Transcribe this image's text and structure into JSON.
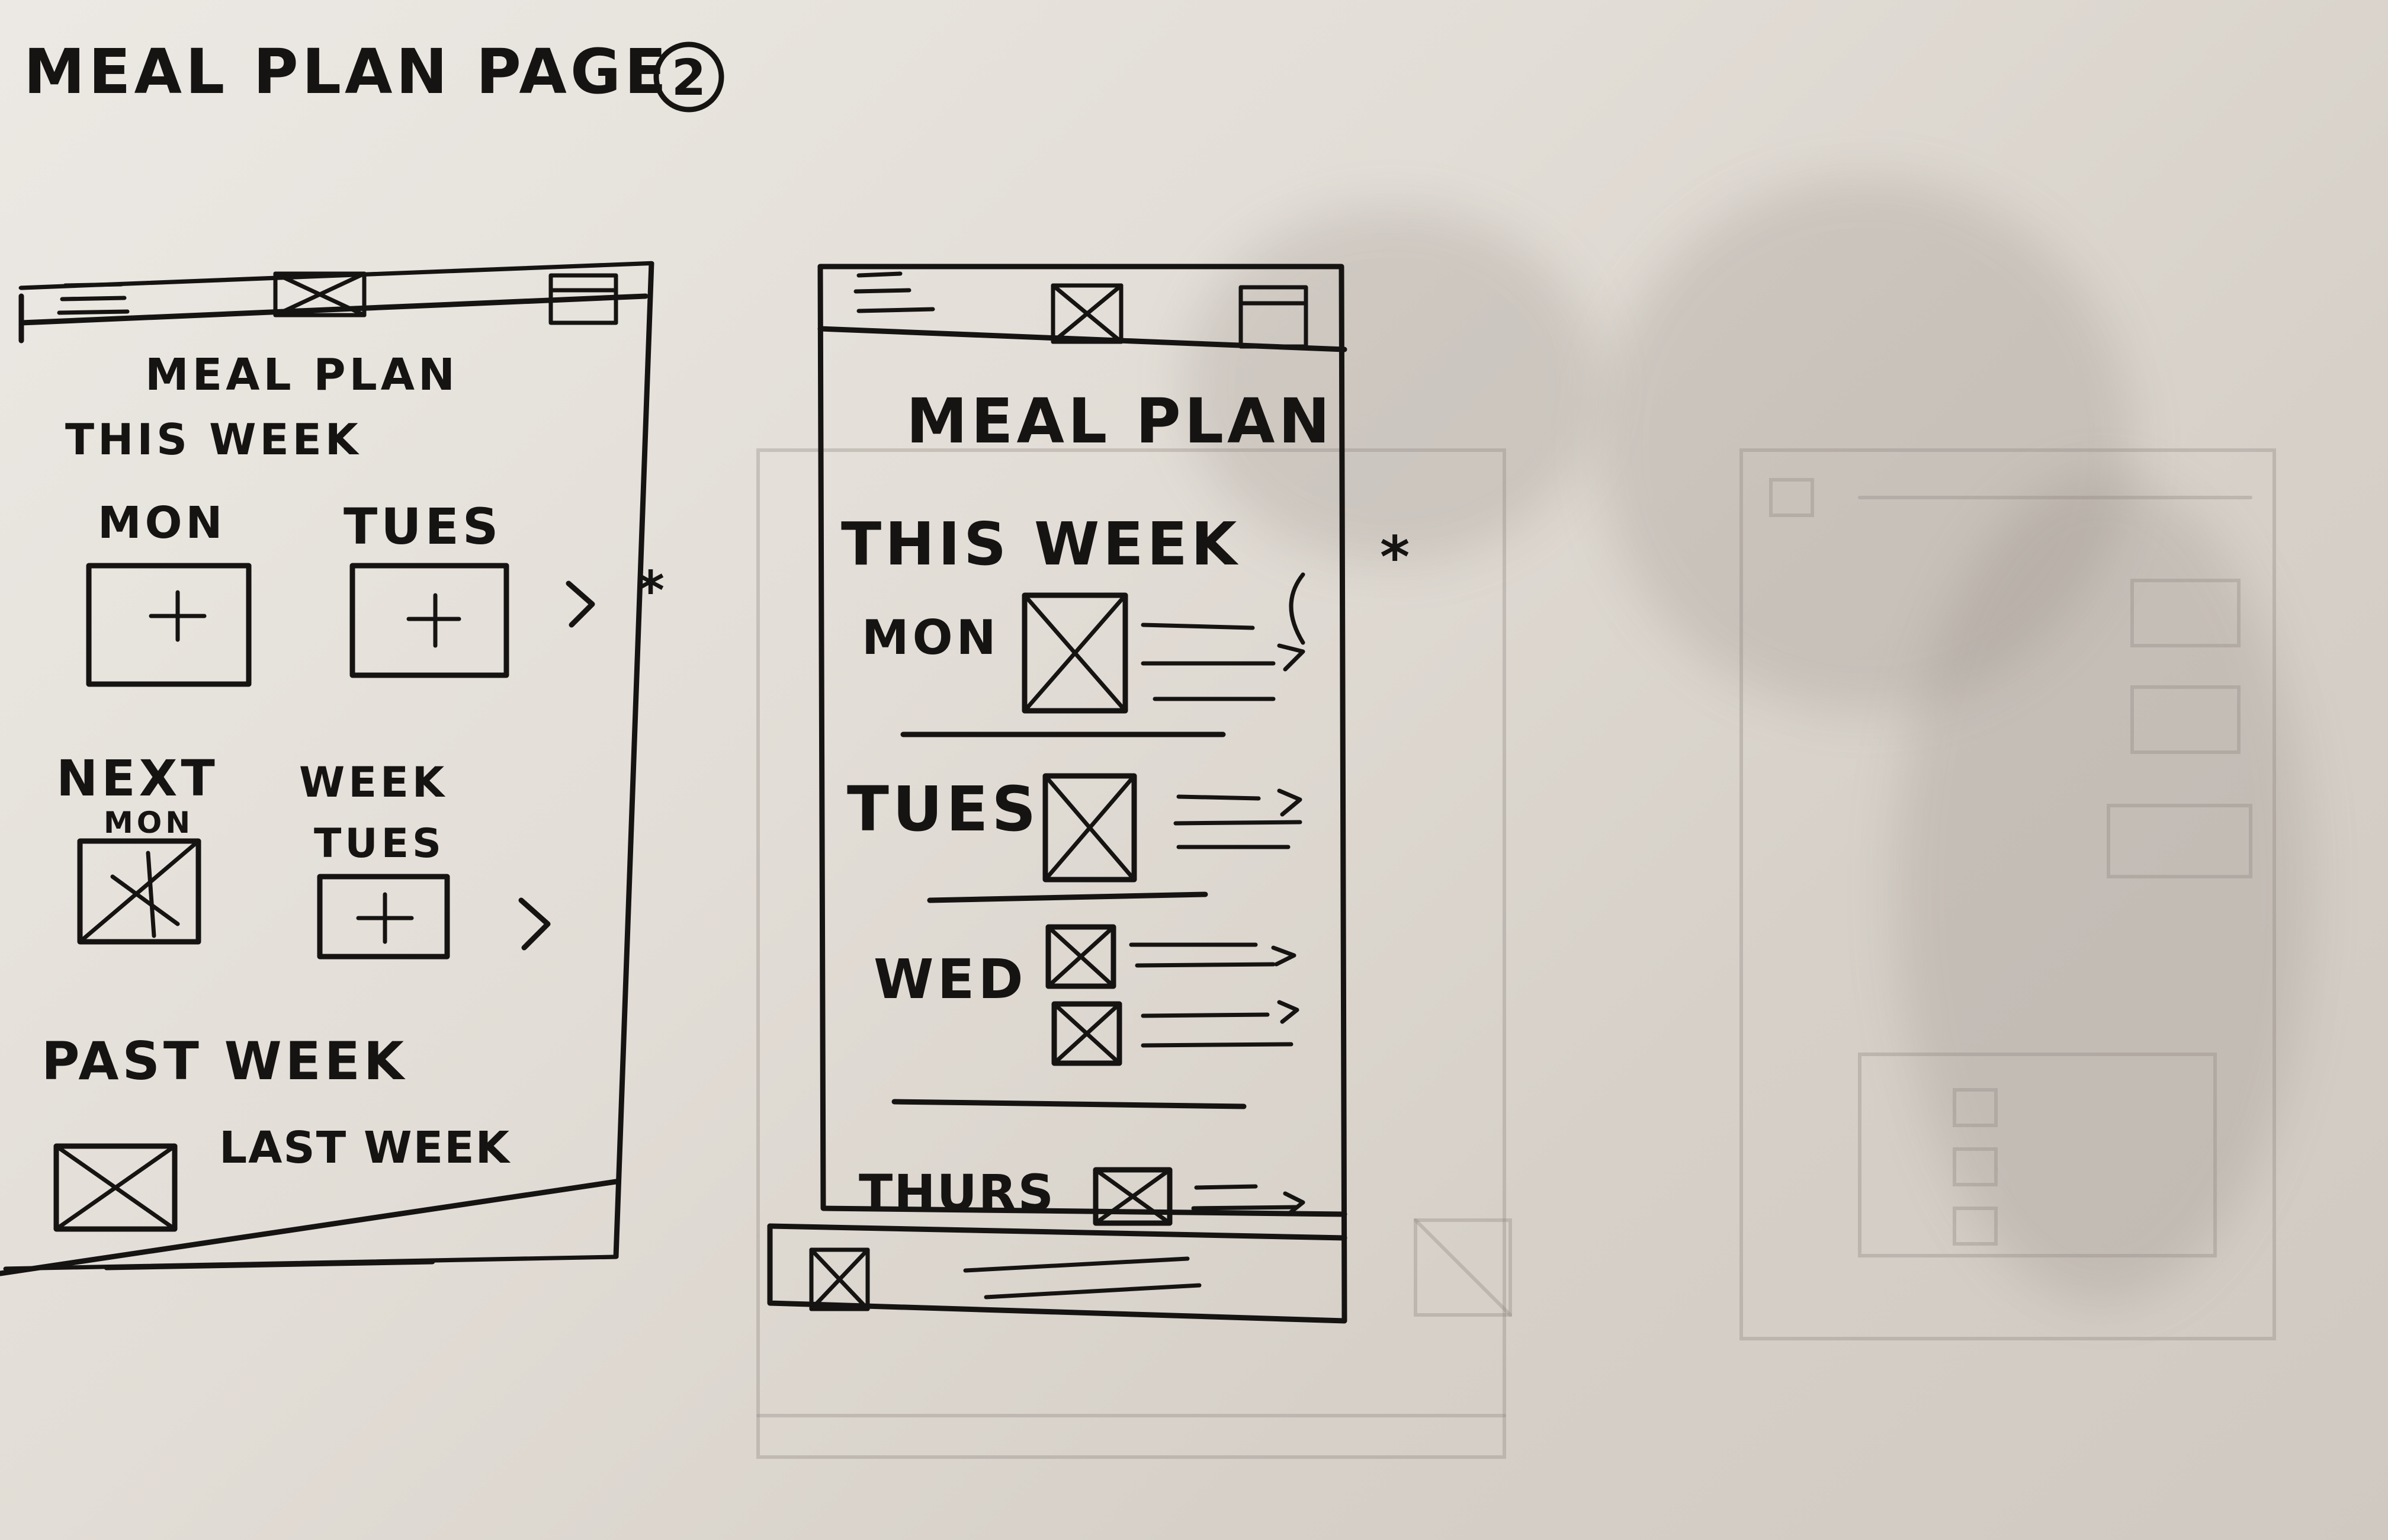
{
  "page": {
    "title": "MEAL PLAN PAGE",
    "page_number": "2"
  },
  "sketch_a": {
    "header": {
      "menu_icon": "hamburger-icon",
      "logo_icon": "image-placeholder-icon",
      "save_icon": "bookmark-icon"
    },
    "title": "MEAL PLAN",
    "this_week": {
      "heading": "THIS WEEK",
      "days": [
        {
          "label": "MON",
          "icon": "plus-icon"
        },
        {
          "label": "TUES",
          "icon": "plus-icon"
        }
      ],
      "arrow": ">",
      "note_mark": "*"
    },
    "next_week": {
      "heading_left": "NEXT",
      "heading_right": "WEEK",
      "days": [
        {
          "label": "MON",
          "icon": "image-placeholder-icon"
        },
        {
          "label": "TUES",
          "icon": "plus-icon"
        }
      ],
      "arrow": ">"
    },
    "past_week": {
      "heading": "PAST WEEK",
      "item_label": "LAST WEEK",
      "item_icon": "image-placeholder-icon"
    }
  },
  "sketch_b": {
    "header": {
      "menu_icon": "hamburger-icon",
      "logo_icon": "image-placeholder-icon",
      "save_icon": "bookmark-icon"
    },
    "title": "MEAL PLAN",
    "section_heading": "THIS WEEK",
    "note_mark": "*",
    "days": [
      {
        "label": "MON",
        "meals": 1
      },
      {
        "label": "TUES",
        "meals": 1
      },
      {
        "label": "WED",
        "meals": 2
      },
      {
        "label": "THURS",
        "meals": 1
      }
    ],
    "footer": {
      "icon": "image-placeholder-icon"
    }
  },
  "colors": {
    "paper": "#e6e2dc",
    "ink": "#161412",
    "bleed_through": "#8e8881"
  }
}
